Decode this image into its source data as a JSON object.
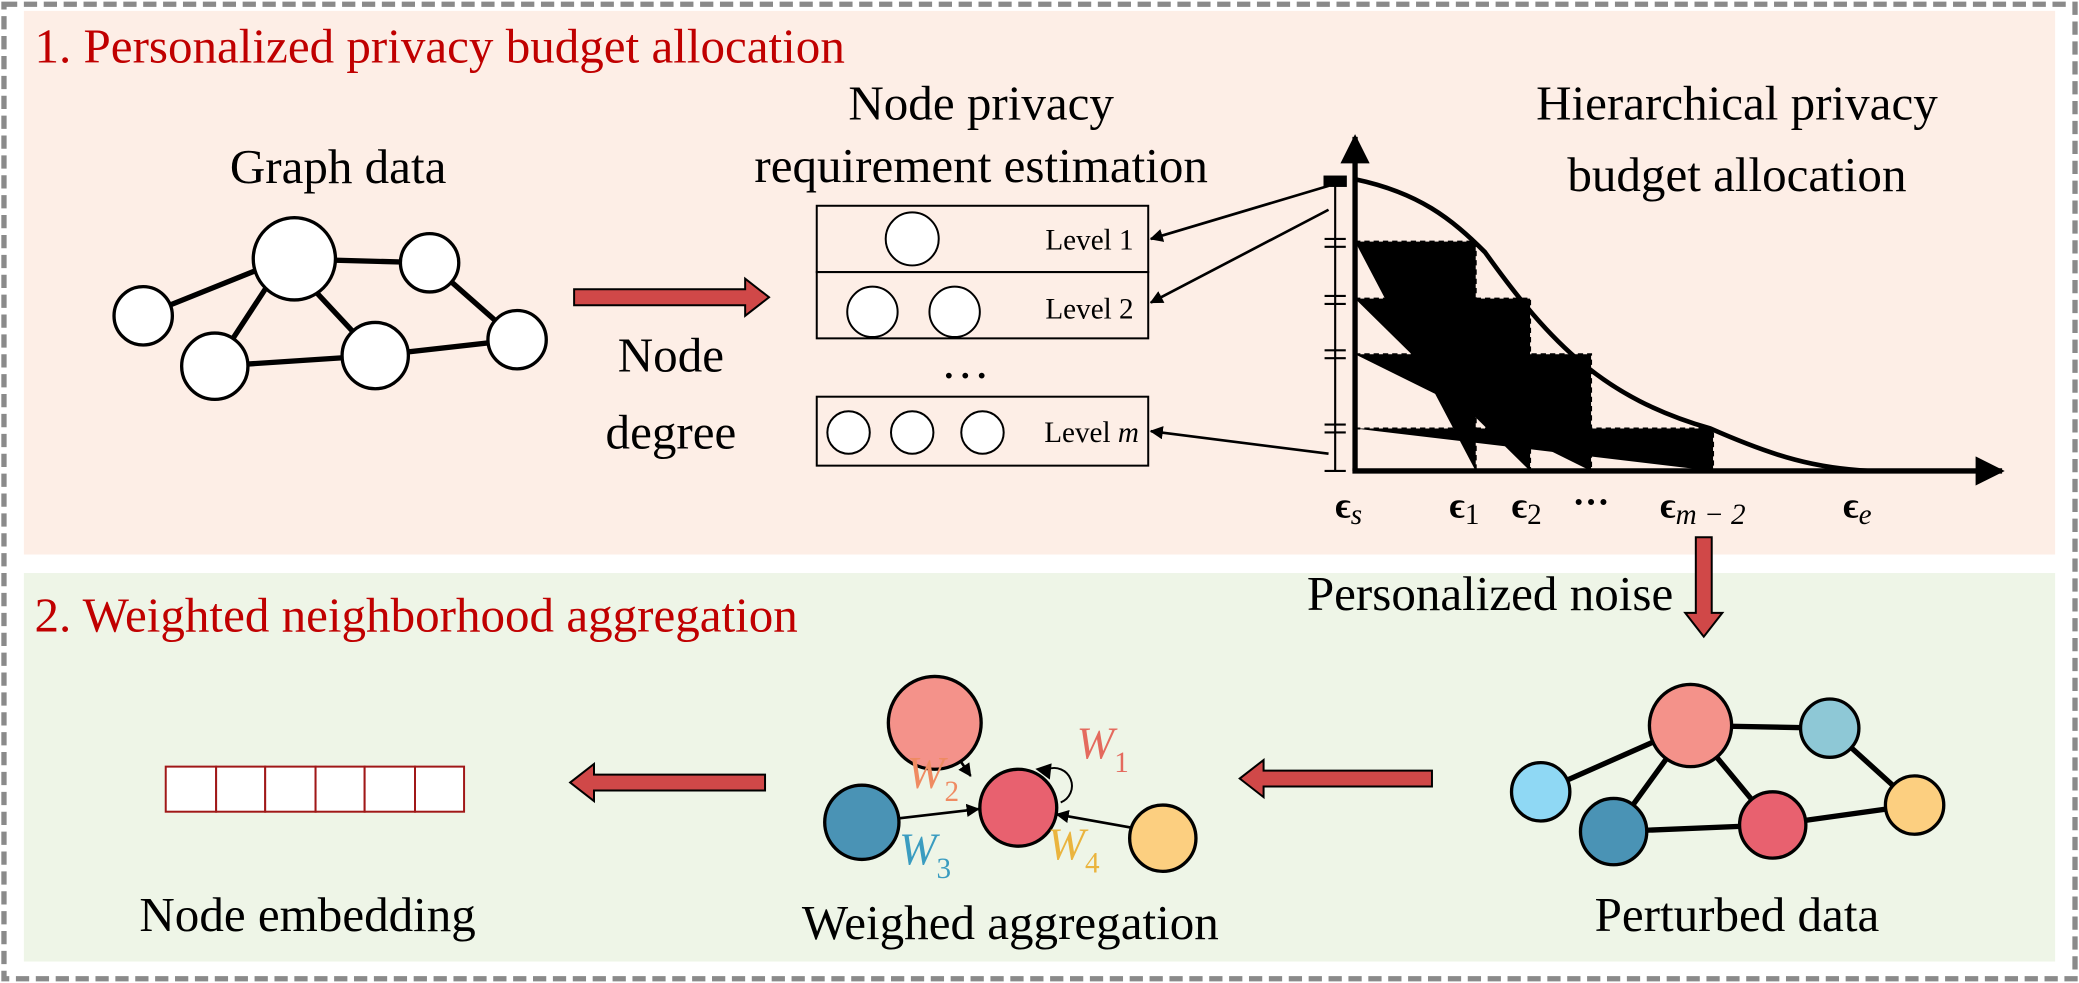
{
  "section1": {
    "title": "1. Personalized privacy budget allocation",
    "graph_label": "Graph data",
    "arrow_label_1": "Node",
    "arrow_label_2": "degree",
    "estimation_title_1": "Node privacy",
    "estimation_title_2": "requirement estimation",
    "levels": [
      "Level 1",
      "Level 2",
      "Level "
    ],
    "level_m_var": "m",
    "ellipsis": "…",
    "allocation_title_1": "Hierarchical privacy",
    "allocation_title_2": "budget allocation",
    "axis_labels": [
      {
        "sym": "ϵ",
        "sub": "s"
      },
      {
        "sym": "ϵ",
        "sub": "1"
      },
      {
        "sym": "ϵ",
        "sub": "2"
      },
      {
        "sym": "···",
        "sub": ""
      },
      {
        "sym": "ϵ",
        "sub": "m − 2"
      },
      {
        "sym": "ϵ",
        "sub": "e"
      }
    ]
  },
  "noise_label": "Personalized noise",
  "section2": {
    "title": "2. Weighted neighborhood aggregation",
    "perturbed_label": "Perturbed data",
    "aggregation_label": "Weighed aggregation",
    "embedding_label": "Node embedding",
    "weights": [
      {
        "sym": "W",
        "sub": "1",
        "color": "#e46a5e"
      },
      {
        "sym": "W",
        "sub": "2",
        "color": "#ef8b62"
      },
      {
        "sym": "W",
        "sub": "3",
        "color": "#3a9cc0"
      },
      {
        "sym": "W",
        "sub": "4",
        "color": "#eab43e"
      }
    ]
  },
  "colors": {
    "title_red": "#c00000",
    "arrow_red": "#d04848",
    "panel1": "#fdeee6",
    "panel2": "#eef5e7",
    "salmon": "#f4928a",
    "red": "#e8616f",
    "blue": "#4a93b5",
    "lightblue": "#8fd8f4",
    "teal": "#8ec8d6",
    "yellow": "#fccf80"
  }
}
